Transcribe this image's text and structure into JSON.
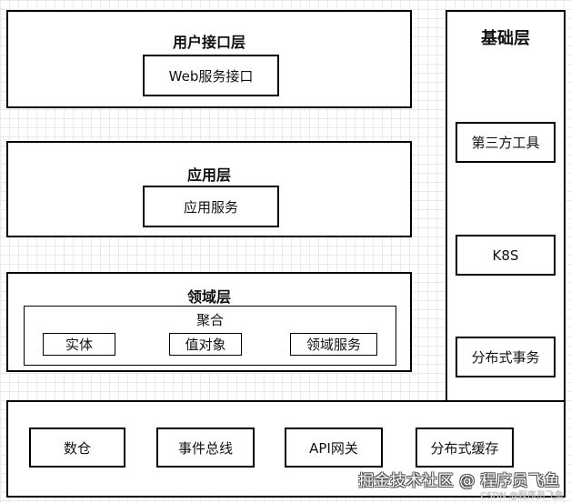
{
  "user_layer": {
    "title": "用户接口层",
    "web_service": "Web服务接口"
  },
  "app_layer": {
    "title": "应用层",
    "app_service": "应用服务"
  },
  "domain_layer": {
    "title": "领域层",
    "aggregate": {
      "title": "聚合",
      "entity": "实体",
      "value_object": "值对象",
      "domain_service": "领域服务"
    }
  },
  "infra_layer": {
    "title": "基础层",
    "third_party": "第三方工具",
    "k8s": "K8S",
    "distributed_tx": "分布式事务",
    "bottom_items": [
      "数仓",
      "事件总线",
      "API网关",
      "分布式缓存"
    ]
  },
  "watermark": {
    "main": "掘金技术社区 @ 程序员飞鱼",
    "sub": "CSDN @程序员飞鱼"
  }
}
